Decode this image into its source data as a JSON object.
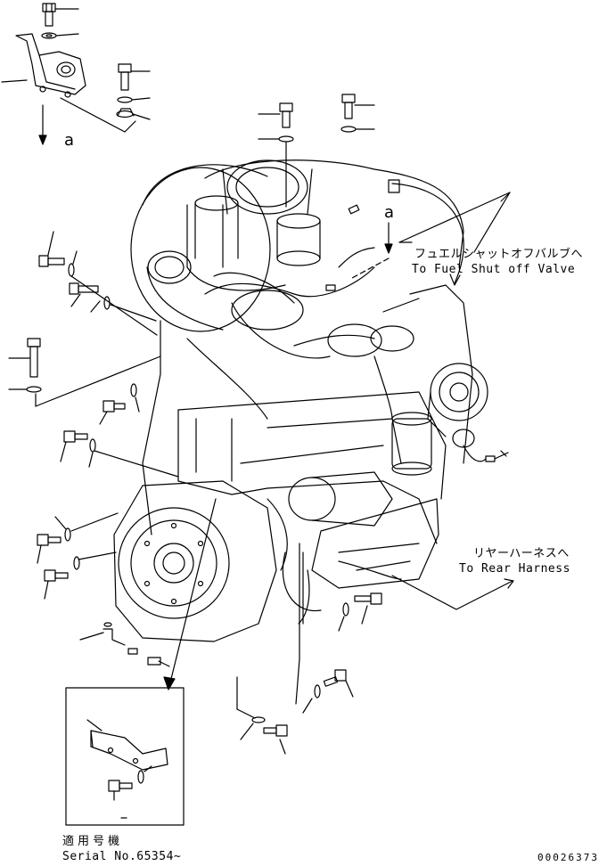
{
  "callouts": {
    "fuel_shutoff_jp": "フュエルシャットオフバルブへ",
    "fuel_shutoff_en": "To Fuel Shut off Valve",
    "rear_harness_jp": "リヤーハーネスへ",
    "rear_harness_en": "To Rear Harness",
    "view_a_left": "a",
    "view_a_right": "a"
  },
  "applicability": {
    "label_jp": "適用号機",
    "serial_en": "Serial No.65354~"
  },
  "drawing_number": "00026373",
  "icons": {
    "bolt": "hex-bolt-icon",
    "washer": "washer-icon",
    "arrow": "arrow-icon"
  },
  "colors": {
    "line": "#000000",
    "background": "#ffffff"
  }
}
